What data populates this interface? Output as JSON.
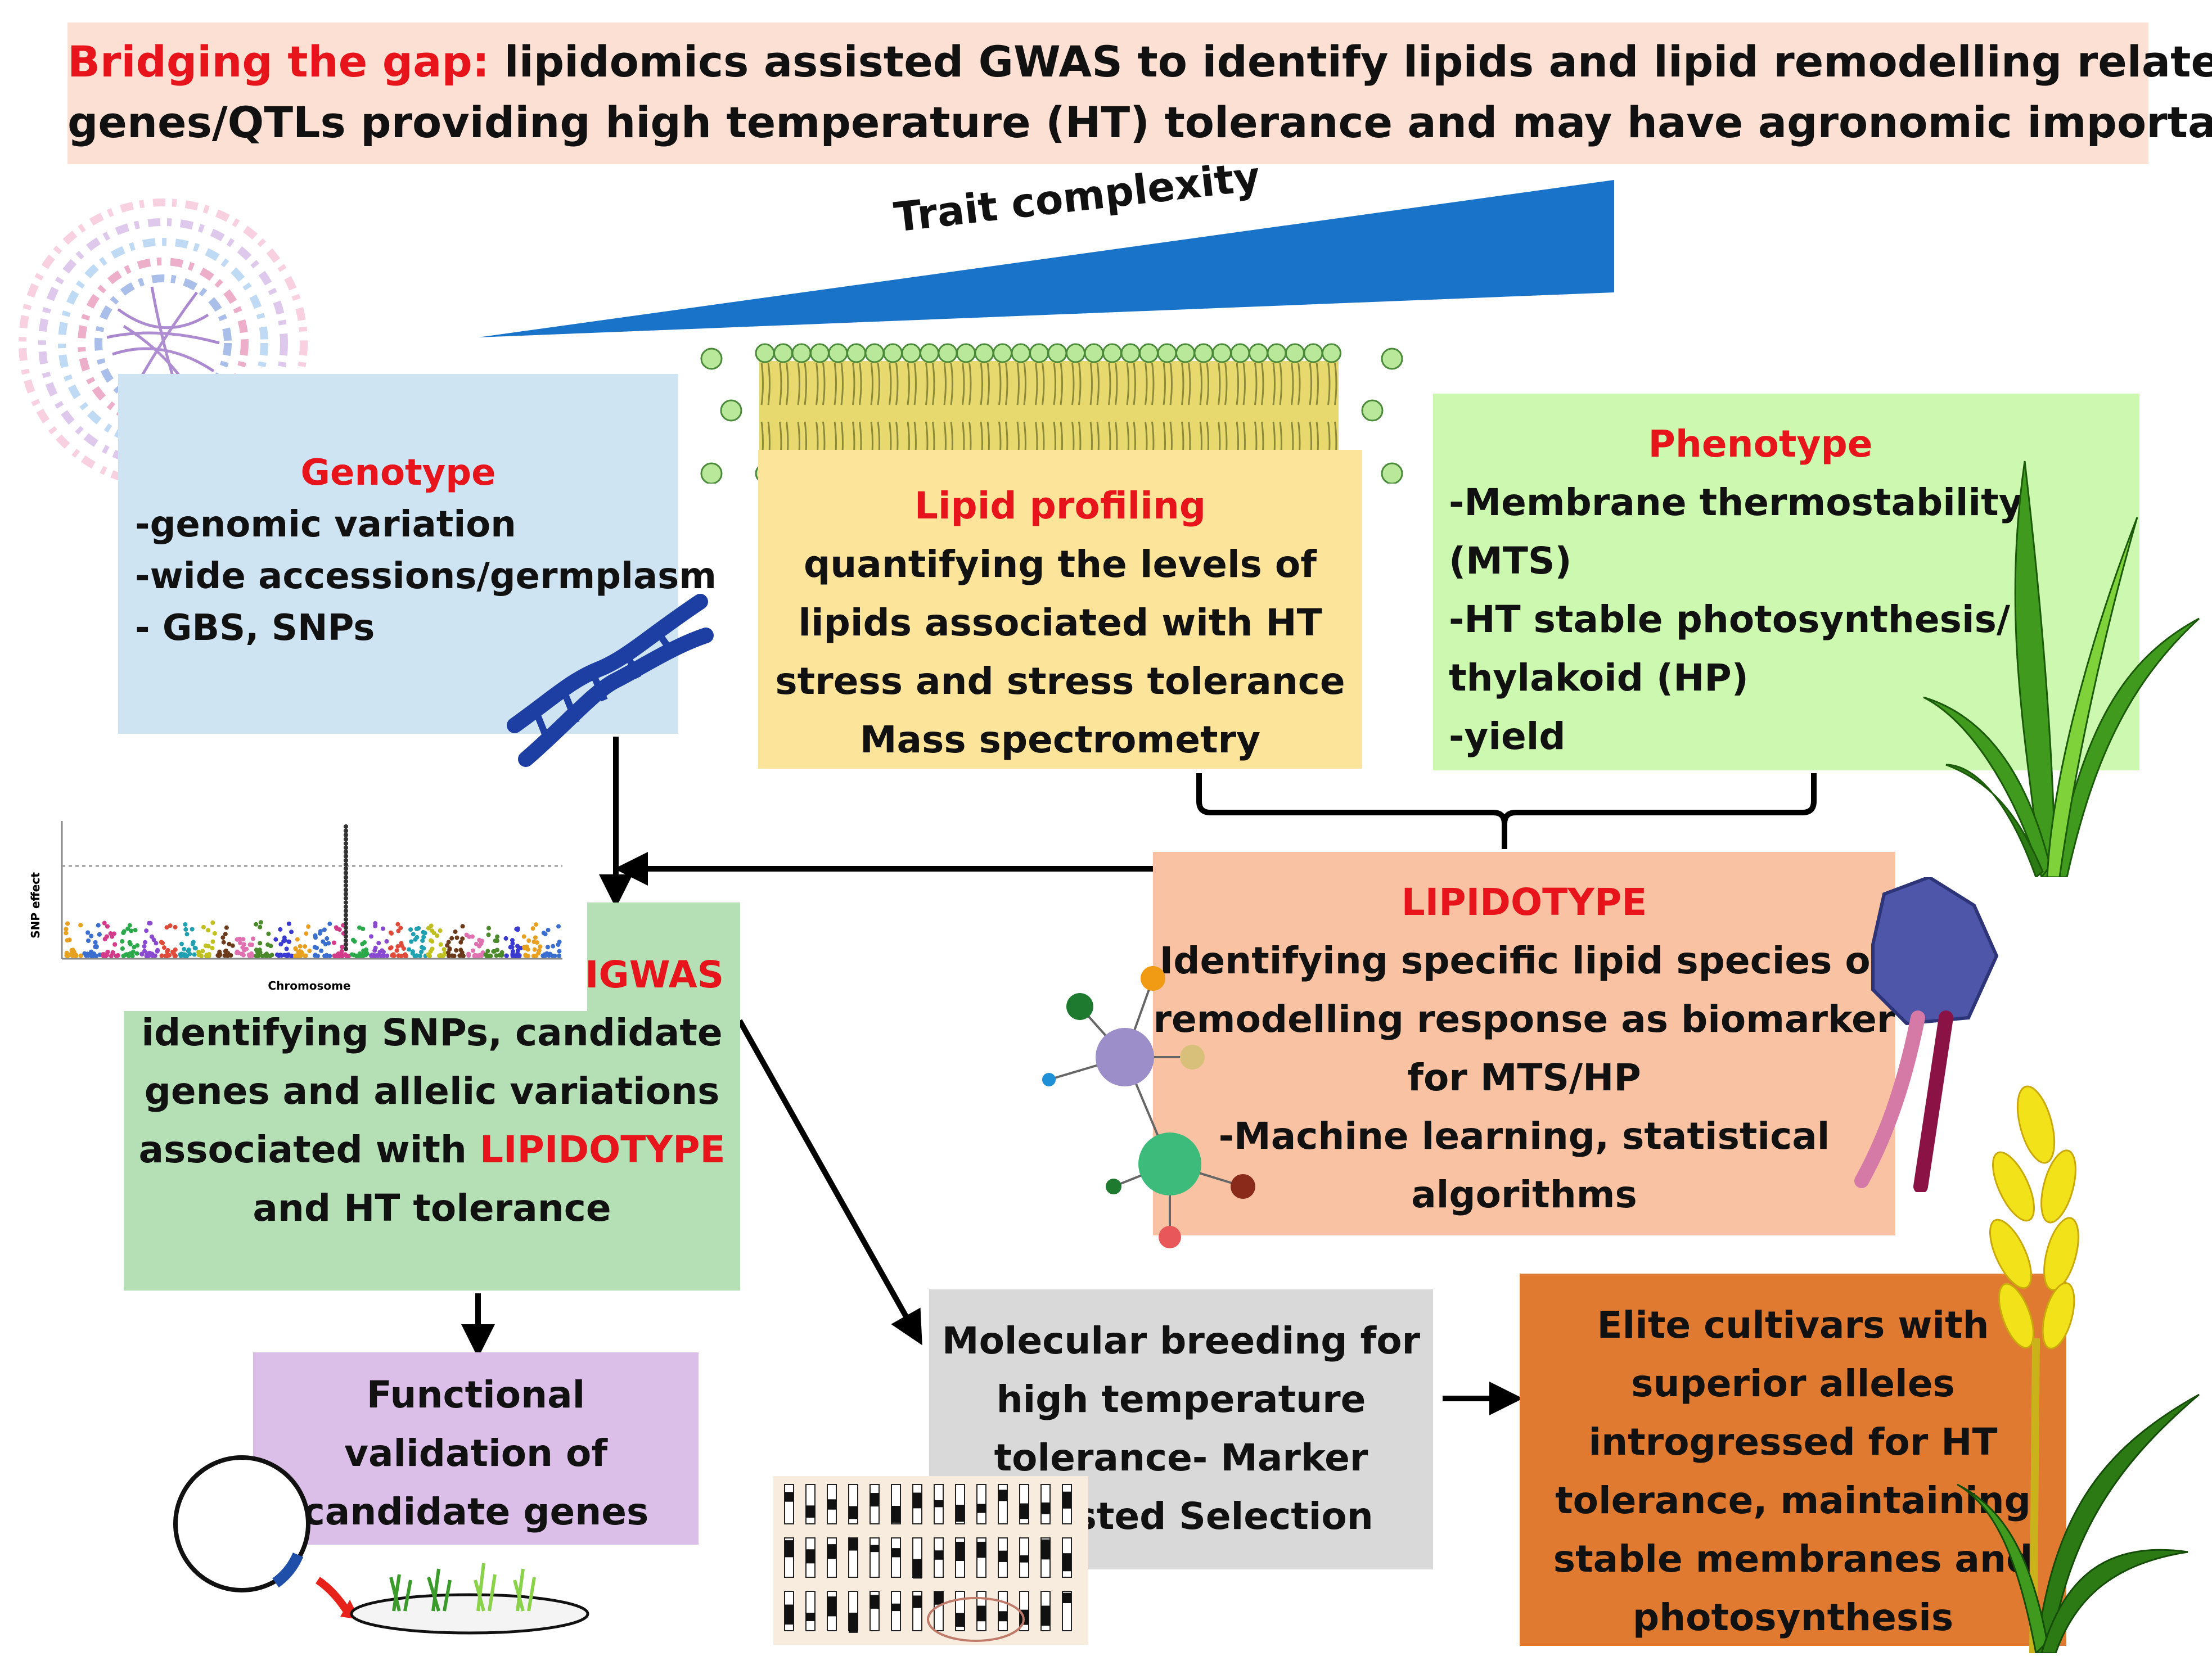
{
  "title": {
    "highlight": "Bridging the gap:",
    "line1_rest": " lipidomics assisted GWAS to identify lipids and lipid remodelling related",
    "line2": "genes/QTLs providing high temperature (HT) tolerance and may have agronomic importance"
  },
  "trait_complexity": "Trait complexity",
  "genotype": {
    "heading": "Genotype",
    "items": [
      "-genomic variation",
      "-wide accessions/germplasm",
      "- GBS, SNPs"
    ]
  },
  "lipid_profiling": {
    "heading": "Lipid profiling",
    "lines": [
      "quantifying the levels of",
      "lipids associated with HT",
      "stress and stress tolerance",
      "Mass spectrometry"
    ]
  },
  "phenotype": {
    "heading": "Phenotype",
    "lines": [
      "-Membrane thermostability",
      "(MTS)",
      "-HT stable photosynthesis/",
      "thylakoid (HP)",
      "-yield"
    ]
  },
  "lipidotype": {
    "heading": "LIPIDOTYPE",
    "lines": [
      "Identifying specific lipid species or",
      "remodelling response as biomarker",
      "for MTS/HP",
      "-Machine learning, statistical",
      "algorithms"
    ]
  },
  "igwas": {
    "heading": "IGWAS",
    "line1": "identifying SNPs, candidate",
    "line2": "genes and allelic variations",
    "line3_prefix": "associated with ",
    "line3_highlight": "LIPIDOTYPE",
    "line4": "and HT tolerance"
  },
  "manhattan": {
    "ylabel": "SNP effect",
    "xlabel": "Chromosome"
  },
  "functional_validation": {
    "lines": [
      "Functional",
      "validation of",
      "candidate genes"
    ]
  },
  "molecular_breeding": {
    "lines": [
      "Molecular breeding for",
      "high temperature",
      "tolerance- Marker",
      "Assisted Selection"
    ]
  },
  "elite_cultivars": {
    "lines": [
      "Elite cultivars with",
      "superior alleles",
      "introgressed  for HT",
      "tolerance, maintaining",
      "stable membranes and",
      "photosynthesis"
    ]
  },
  "colors": {
    "highlight": "#e8141b",
    "triangle": "#1873c9",
    "genotype_bg": "#cfe4f3",
    "lipid_bg": "#fde49b",
    "phenotype_bg": "#ccf8b0",
    "lipidotype_bg": "#f9c3a3",
    "igwas_bg": "#b5e0b6",
    "functional_bg": "#dcbfe9",
    "molecular_bg": "#d9d9d9",
    "elite_bg": "#e17a31"
  }
}
